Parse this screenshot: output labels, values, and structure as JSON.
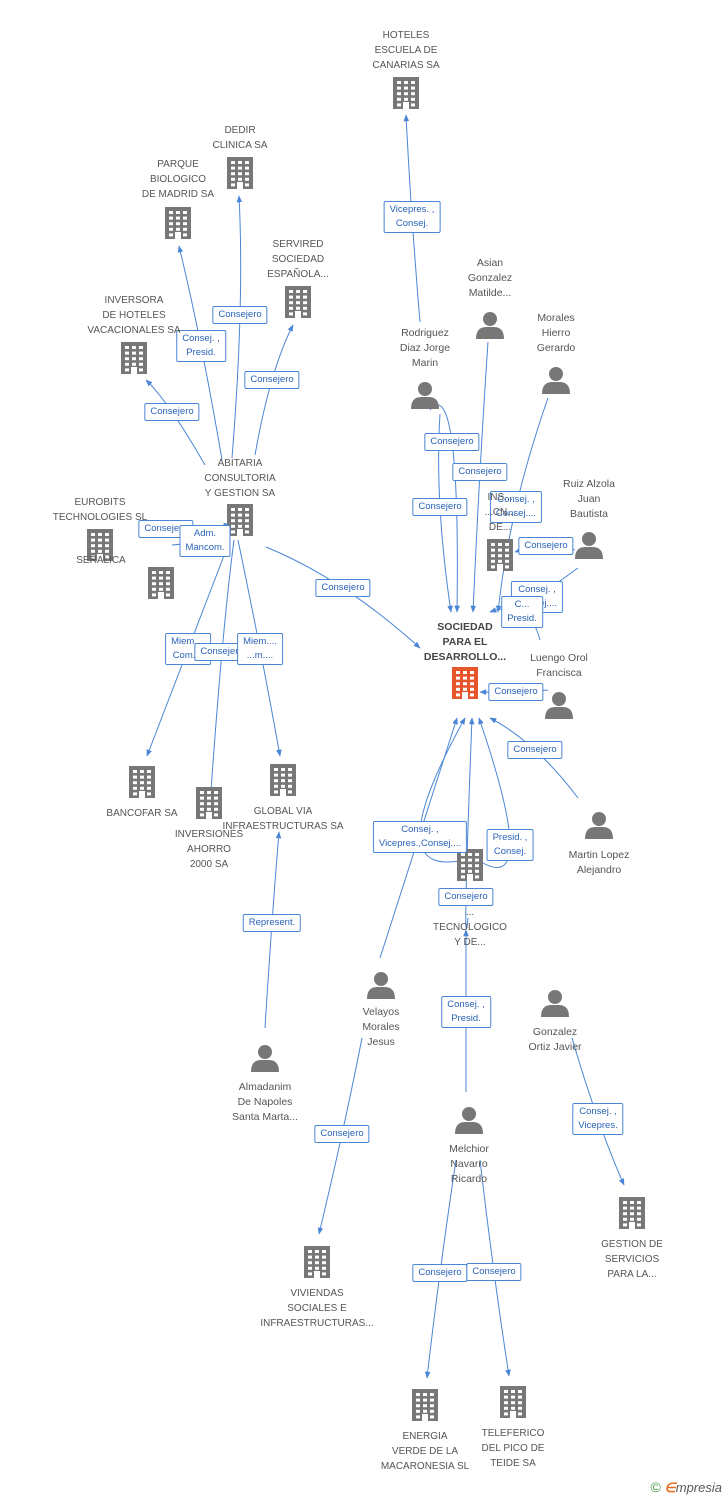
{
  "nodes": [
    {
      "id": "hoteles",
      "type": "company",
      "label": "HOTELES\nESCUELA DE\nCANARIAS SA"
    },
    {
      "id": "dedir",
      "type": "company",
      "label": "DEDIR\nCLINICA SA"
    },
    {
      "id": "parque",
      "type": "company",
      "label": "PARQUE\nBIOLOGICO\nDE MADRID SA"
    },
    {
      "id": "servired",
      "type": "company",
      "label": "SERVIRED\nSOCIEDAD\nESPAÑOLA..."
    },
    {
      "id": "inversora",
      "type": "company",
      "label": "INVERSORA\nDE HOTELES\nVACACIONALES SA"
    },
    {
      "id": "abitaria",
      "type": "company",
      "label": "ABITARIA\nCONSULTORIA\nY GESTION SA"
    },
    {
      "id": "eurobits",
      "type": "company",
      "label": "EUROBITS\nTECHNOLOGIES SL"
    },
    {
      "id": "seralica",
      "type": "company",
      "label": "SERALICA"
    },
    {
      "id": "bancofar",
      "type": "company",
      "label": "BANCOFAR SA"
    },
    {
      "id": "inversiones",
      "type": "company",
      "label": "INVERSIONES\nAHORRO\n2000 SA"
    },
    {
      "id": "globalvia",
      "type": "company",
      "label": "GLOBAL VIA\nINFRAESTRUCTURAS SA"
    },
    {
      "id": "sociedad",
      "type": "main",
      "label": "SOCIEDAD\nPARA EL\nDESARROLLO..."
    },
    {
      "id": "ins",
      "type": "company",
      "label": "INS...\n...CN...\nDE..."
    },
    {
      "id": "tecnologico",
      "type": "company",
      "label": "...\nTECNOLOGICO\nY DE..."
    },
    {
      "id": "asian",
      "type": "person",
      "label": "Asian\nGonzalez\nMatilde..."
    },
    {
      "id": "rodriguez",
      "type": "person",
      "label": "Rodriguez\nDiaz Jorge\nMarin"
    },
    {
      "id": "morales",
      "type": "person",
      "label": "Morales\nHierro\nGerardo"
    },
    {
      "id": "ruiz",
      "type": "person",
      "label": "Ruiz Alzola\nJuan\nBautista"
    },
    {
      "id": "luengo",
      "type": "person",
      "label": "Luengo Orol\nFrancisca"
    },
    {
      "id": "martin",
      "type": "person",
      "label": "Martin Lopez\nAlejandro"
    },
    {
      "id": "velayos",
      "type": "person",
      "label": "Velayos\nMorales\nJesus"
    },
    {
      "id": "gonzalez",
      "type": "person",
      "label": "Gonzalez\nOrtiz Javier"
    },
    {
      "id": "almadanim",
      "type": "person",
      "label": "Almadanim\nDe Napoles\nSanta Marta..."
    },
    {
      "id": "melchior",
      "type": "person",
      "label": "Melchior\nNavarro\nRicardo"
    },
    {
      "id": "gestion",
      "type": "company",
      "label": "GESTION DE\nSERVICIOS\nPARA LA..."
    },
    {
      "id": "viviendas",
      "type": "company",
      "label": "VIVIENDAS\nSOCIALES E\nINFRAESTRUCTURAS..."
    },
    {
      "id": "energia",
      "type": "company",
      "label": "ENERGIA\nVERDE DE LA\nMACARONESIA SL"
    },
    {
      "id": "teleferico",
      "type": "company",
      "label": "TELEFERICO\nDEL PICO DE\nTEIDE SA"
    }
  ],
  "edge_labels": [
    "Vicepres. ,\nConsej.",
    "Consejero",
    "Consej. ,\nPresid.",
    "Consejero",
    "Consejero",
    "Consejero",
    "Adm.\nMancom.",
    "Consejero",
    "Miem....\nCom....",
    "Consejero",
    "Miem....\n...m....",
    "Represent.",
    "Consejero",
    "Consejero",
    "Consejero",
    "Consej. ,\nConsej....",
    "Consejero",
    "Consej. ,\nConsej....",
    "C...\nPresid.",
    "Consejero",
    "Consejero",
    "Consejero",
    "Consej. ,\nVicepres.,Consej....",
    "Presid. ,\nConsej.",
    "Consejero",
    "Consej. ,\nPresid.",
    "Consejero",
    "Consej. ,\nVicepres.",
    "Consejero",
    "Consejero"
  ],
  "colors": {
    "edge": "#4a86d6",
    "company_icon": "#777777",
    "main_icon": "#e8552a",
    "person_icon": "#777777"
  },
  "footer": {
    "copyright": "©",
    "brand_e": "∈",
    "brand_rest": "mpresia"
  }
}
